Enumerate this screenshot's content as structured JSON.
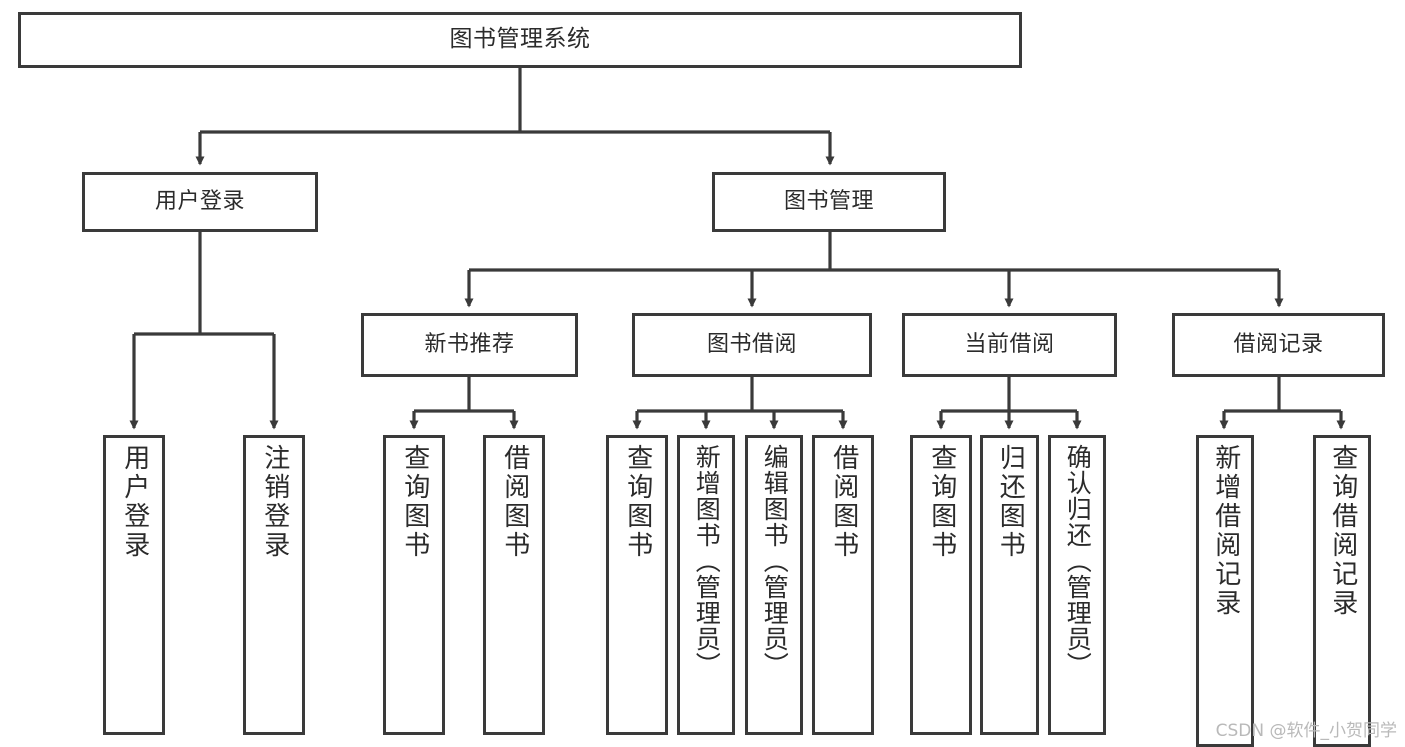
{
  "diagram": {
    "title": "图书管理系统",
    "type": "tree",
    "stroke_color": "#3a3a3a",
    "fill_color": "#ffffff",
    "background_color": "#ffffff",
    "watermark": "CSDN @软件_小贺同学",
    "root": {
      "label": "图书管理系统"
    },
    "level2": [
      {
        "label": "用户登录"
      },
      {
        "label": "图书管理"
      }
    ],
    "level3": [
      {
        "label": "新书推荐"
      },
      {
        "label": "图书借阅"
      },
      {
        "label": "当前借阅"
      },
      {
        "label": "借阅记录"
      }
    ],
    "leaves": {
      "user_login": [
        {
          "label": "用户登录"
        },
        {
          "label": "注销登录"
        }
      ],
      "new_book_recommend": [
        {
          "label": "查询图书"
        },
        {
          "label": "借阅图书"
        }
      ],
      "book_borrow": [
        {
          "label": "查询图书"
        },
        {
          "label": "新增图书（管理员）"
        },
        {
          "label": "编辑图书（管理员）"
        },
        {
          "label": "借阅图书"
        }
      ],
      "current_borrow": [
        {
          "label": "查询图书"
        },
        {
          "label": "归还图书"
        },
        {
          "label": "确认归还（管理员）"
        }
      ],
      "borrow_record": [
        {
          "label": "新增借阅记录"
        },
        {
          "label": "查询借阅记录"
        }
      ]
    }
  }
}
